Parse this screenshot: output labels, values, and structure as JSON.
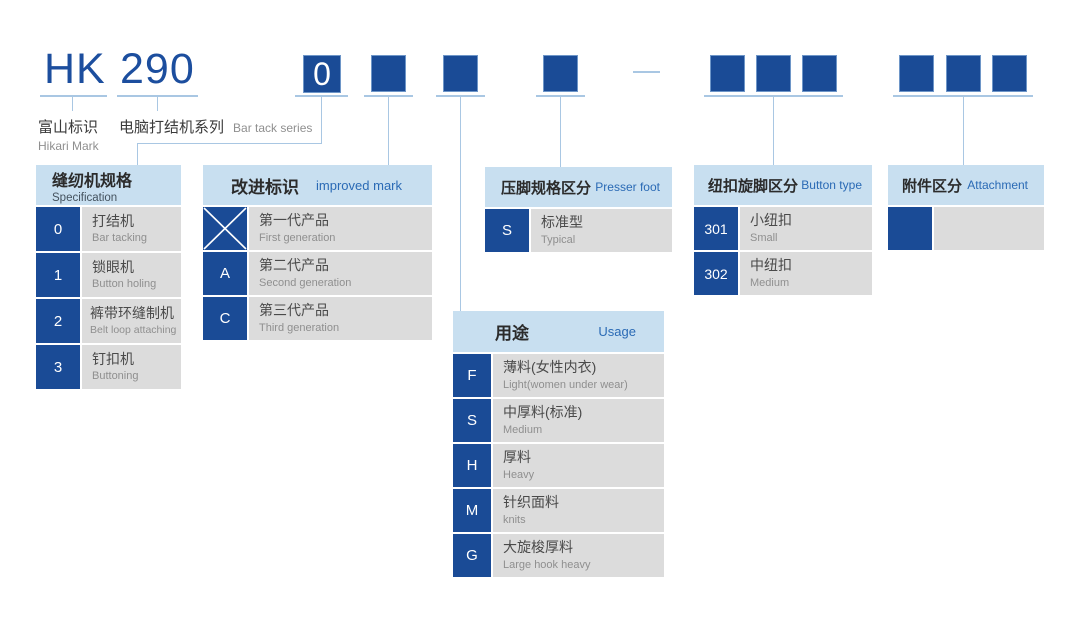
{
  "colors": {
    "navy": "#1A4B96",
    "header_blue": "#C8DFF0",
    "row_gray": "#DCDCDC",
    "accent_blue": "#1C4E9E",
    "label_blue": "#2A6AB5",
    "line_blue": "#A9C7E3"
  },
  "model_code": {
    "prefix": "HK",
    "series": "290",
    "digit_spec": "0",
    "separator": "-"
  },
  "legend": {
    "brand": {
      "zh": "富山标识",
      "en": "Hikari Mark"
    },
    "series": {
      "zh": "电脑打结机系列",
      "en": "Bar tack series"
    }
  },
  "panels": {
    "specification": {
      "title_zh": "缝纫机规格",
      "title_en": "Specification",
      "rows": [
        {
          "key": "0",
          "zh": "打结机",
          "en": "Bar tacking"
        },
        {
          "key": "1",
          "zh": "锁眼机",
          "en": "Button holing"
        },
        {
          "key": "2",
          "zh": "裤带环缝制机",
          "en": "Belt loop attaching"
        },
        {
          "key": "3",
          "zh": "钉扣机",
          "en": "Buttoning"
        }
      ]
    },
    "improved_mark": {
      "title_zh": "改进标识",
      "title_en": "improved mark",
      "rows": [
        {
          "key": "",
          "key_icon": "cross",
          "zh": "第一代产品",
          "en": "First generation"
        },
        {
          "key": "A",
          "zh": "第二代产品",
          "en": "Second generation"
        },
        {
          "key": "C",
          "zh": "第三代产品",
          "en": "Third generation"
        }
      ]
    },
    "usage": {
      "title_zh": "用途",
      "title_en": "Usage",
      "rows": [
        {
          "key": "F",
          "zh": "薄料(女性内衣)",
          "en": "Light(women under wear)"
        },
        {
          "key": "S",
          "zh": "中厚料(标准)",
          "en": "Medium"
        },
        {
          "key": "H",
          "zh": "厚料",
          "en": "Heavy"
        },
        {
          "key": "M",
          "zh": "针织面料",
          "en": "knits"
        },
        {
          "key": "G",
          "zh": "大旋梭厚料",
          "en": "Large hook heavy"
        }
      ]
    },
    "presser_foot": {
      "title_zh": "压脚规格区分",
      "title_en": "Presser foot",
      "rows": [
        {
          "key": "S",
          "zh": "标准型",
          "en": "Typical"
        }
      ]
    },
    "button_type": {
      "title_zh": "纽扣旋脚区分",
      "title_en": "Button type",
      "rows": [
        {
          "key": "301",
          "zh": "小纽扣",
          "en": "Small"
        },
        {
          "key": "302",
          "zh": "中纽扣",
          "en": "Medium"
        }
      ]
    },
    "attachment": {
      "title_zh": "附件区分",
      "title_en": "Attachment",
      "rows": [
        {
          "key": "",
          "zh": "",
          "en": ""
        }
      ]
    }
  }
}
